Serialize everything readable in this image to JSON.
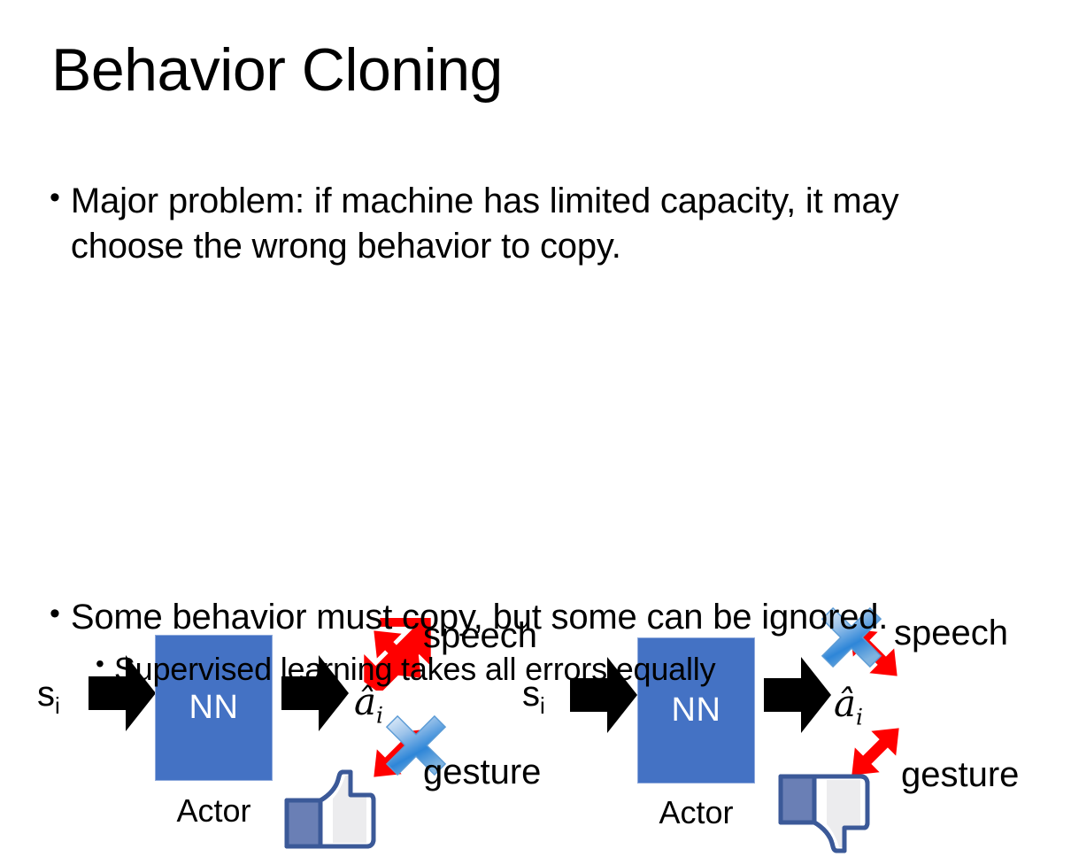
{
  "slide": {
    "title": "Behavior Cloning",
    "background_color": "#FFFFFF",
    "text_color": "#000000"
  },
  "bullets": [
    {
      "marker": "•",
      "level": 1,
      "text": "Major problem: if machine has limited capacity, it may choose the wrong behavior to copy."
    },
    {
      "marker": "•",
      "level": 1,
      "text": "Some behavior must copy, but some can be ignored."
    },
    {
      "marker": "•",
      "level": 2,
      "text": "Supervised learning takes all errors equally"
    }
  ],
  "diagrams": [
    {
      "id": "left",
      "input_label": "s",
      "input_subscript": "i",
      "nn_label": "NN",
      "nn_color": "#4472C4",
      "nn_border_color": "#8FAADC",
      "nn_text_color": "#FFFFFF",
      "actor_label": "Actor",
      "output_label": "â",
      "output_subscript": "i",
      "branches": [
        {
          "name": "speech",
          "label": "speech",
          "direction": "up-right",
          "crossed_out": false
        },
        {
          "name": "gesture",
          "label": "gesture",
          "direction": "down-right",
          "crossed_out": true
        }
      ],
      "verdict_icon": "thumbs-up-icon",
      "arrow_color": "#FF0000",
      "cross_color": "#6FA8DC"
    },
    {
      "id": "right",
      "input_label": "s",
      "input_subscript": "i",
      "nn_label": "NN",
      "nn_color": "#4472C4",
      "nn_border_color": "#8FAADC",
      "nn_text_color": "#FFFFFF",
      "actor_label": "Actor",
      "output_label": "â",
      "output_subscript": "i",
      "branches": [
        {
          "name": "speech",
          "label": "speech",
          "direction": "up-right",
          "crossed_out": true
        },
        {
          "name": "gesture",
          "label": "gesture",
          "direction": "down-right",
          "crossed_out": false
        }
      ],
      "verdict_icon": "thumbs-down-icon",
      "arrow_color": "#FF0000",
      "cross_color": "#6FA8DC"
    }
  ]
}
